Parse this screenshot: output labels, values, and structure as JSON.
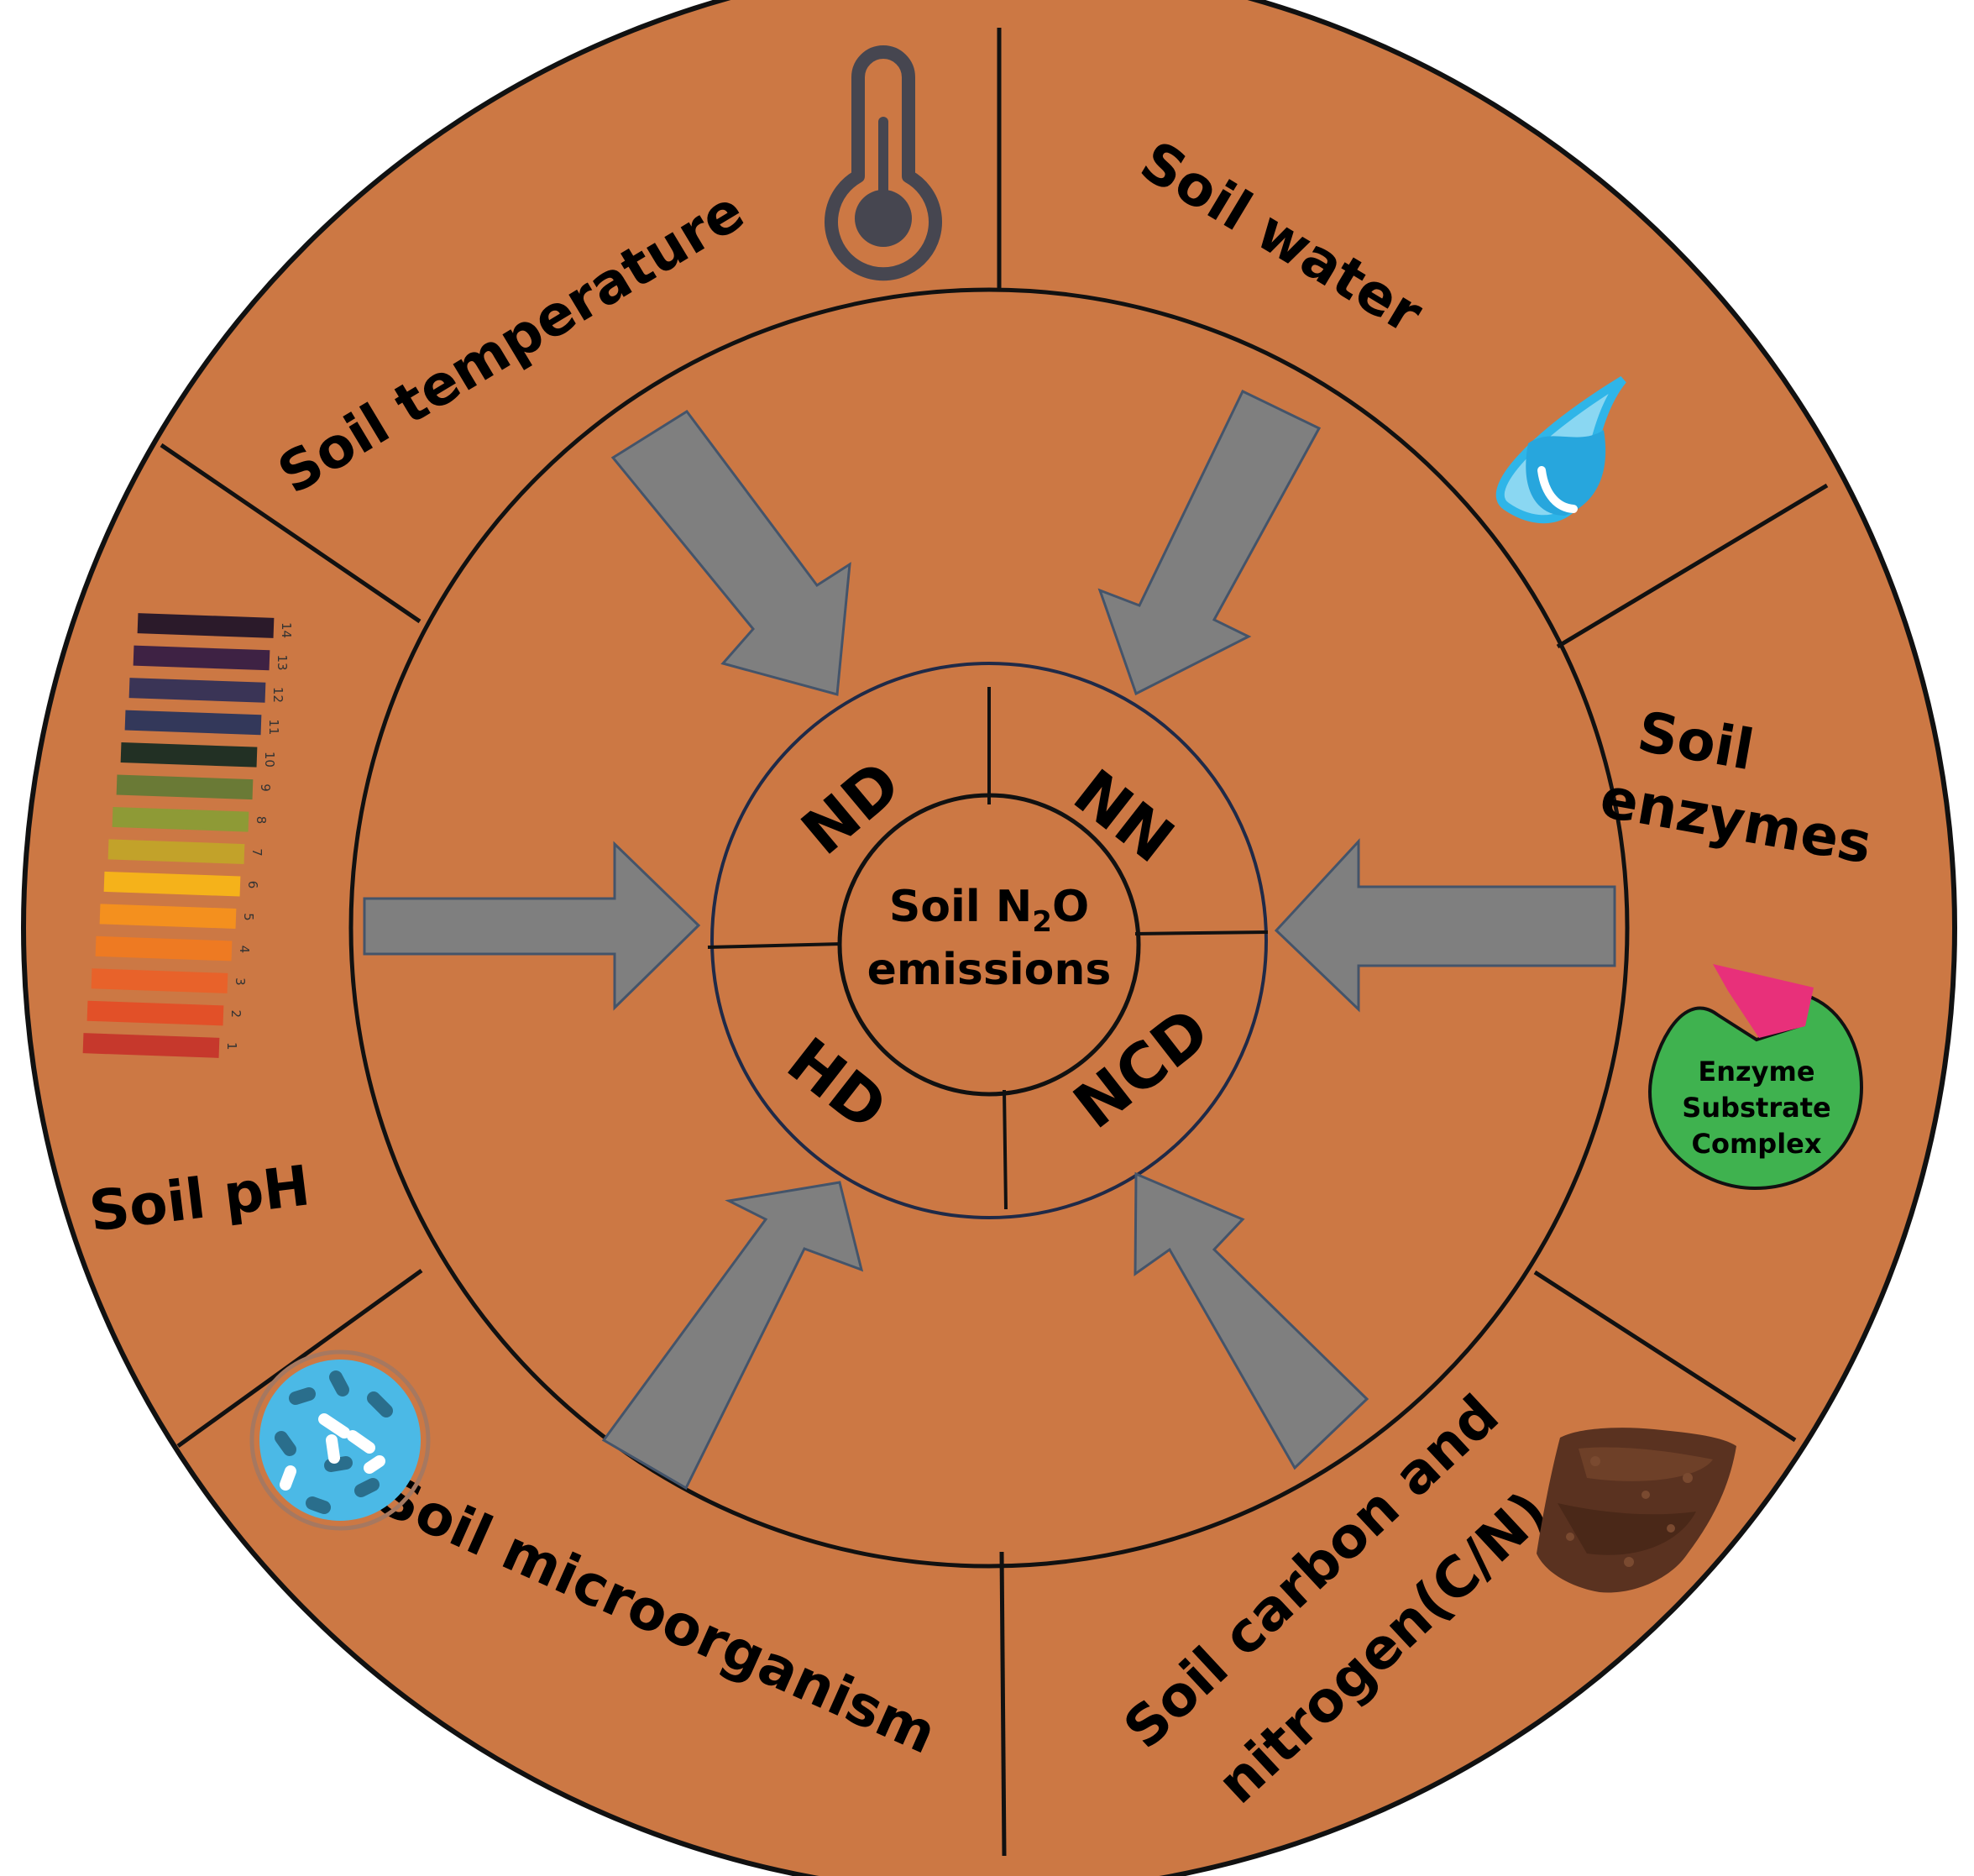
{
  "colors": {
    "soil": "#CC7844",
    "arrow_fill": "#7F7F7F",
    "arrow_stroke": "#44546A",
    "ring_stroke": "#1F2A48",
    "enzyme_body": "#3FB24F",
    "substrate": "#E8307A",
    "water": "#2FB5E8",
    "thermometer": "#464650",
    "petri": "#4BB9E6",
    "soil_pile": "#5A3220"
  },
  "icons": {
    "temperature": "thermometer-icon",
    "water": "water-drop-icon",
    "ph": "ph-strip-icon",
    "enzymes": "enzyme-substrate-icon",
    "microorganism": "petri-dish-icon",
    "carbon_nitrogen": "soil-pile-icon"
  },
  "center": {
    "line1_main": "Soil N",
    "line1_sub": "2",
    "line1_end": "O",
    "line2": "emissions"
  },
  "processes": [
    "ND",
    "NN",
    "HD",
    "NCD"
  ],
  "factors": {
    "temperature": "Soil temperature",
    "water": "Soil water",
    "enzymes_line1": "Soil",
    "enzymes_line2": "enzymes",
    "ph": "Soil pH",
    "microorganism": "Soil microorganism",
    "cn_line1": "Soil carbon and",
    "cn_line2": "nitrogen(C/N)"
  },
  "enzyme_icon": {
    "line1": "Enzyme",
    "line2": "Substrate",
    "line3": "Complex"
  },
  "ph_strip": {
    "ticks": [
      "14",
      "13",
      "12",
      "11",
      "10",
      "9",
      "8",
      "7",
      "6",
      "5",
      "4",
      "3",
      "2",
      "1"
    ],
    "colors": [
      "#2B1A2A",
      "#3E2244",
      "#3A3456",
      "#33385A",
      "#223024",
      "#6A7A36",
      "#8E9A36",
      "#C2A22A",
      "#F5B21A",
      "#F4901E",
      "#EE7A22",
      "#E8622A",
      "#E25028",
      "#C6382C"
    ]
  }
}
